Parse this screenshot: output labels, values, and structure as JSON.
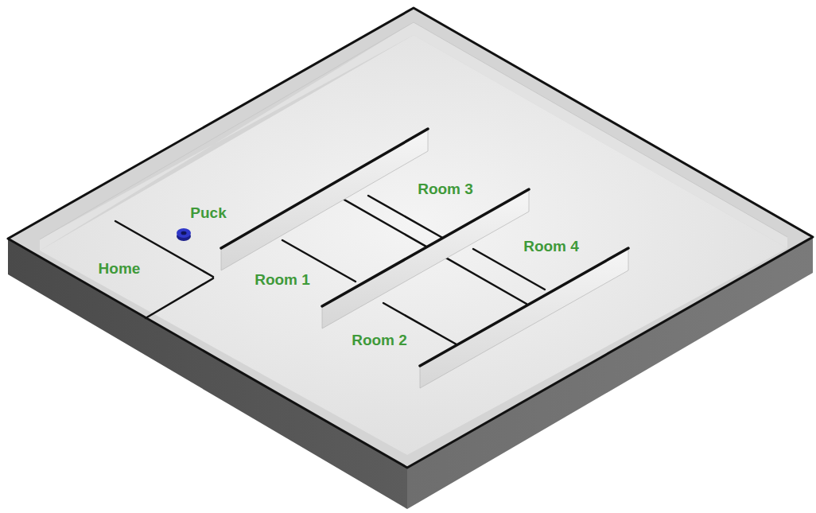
{
  "diagram": {
    "labels": [
      "Puck",
      "Home",
      "Room 3",
      "Room 1",
      "Room 4",
      "Room 2"
    ]
  }
}
